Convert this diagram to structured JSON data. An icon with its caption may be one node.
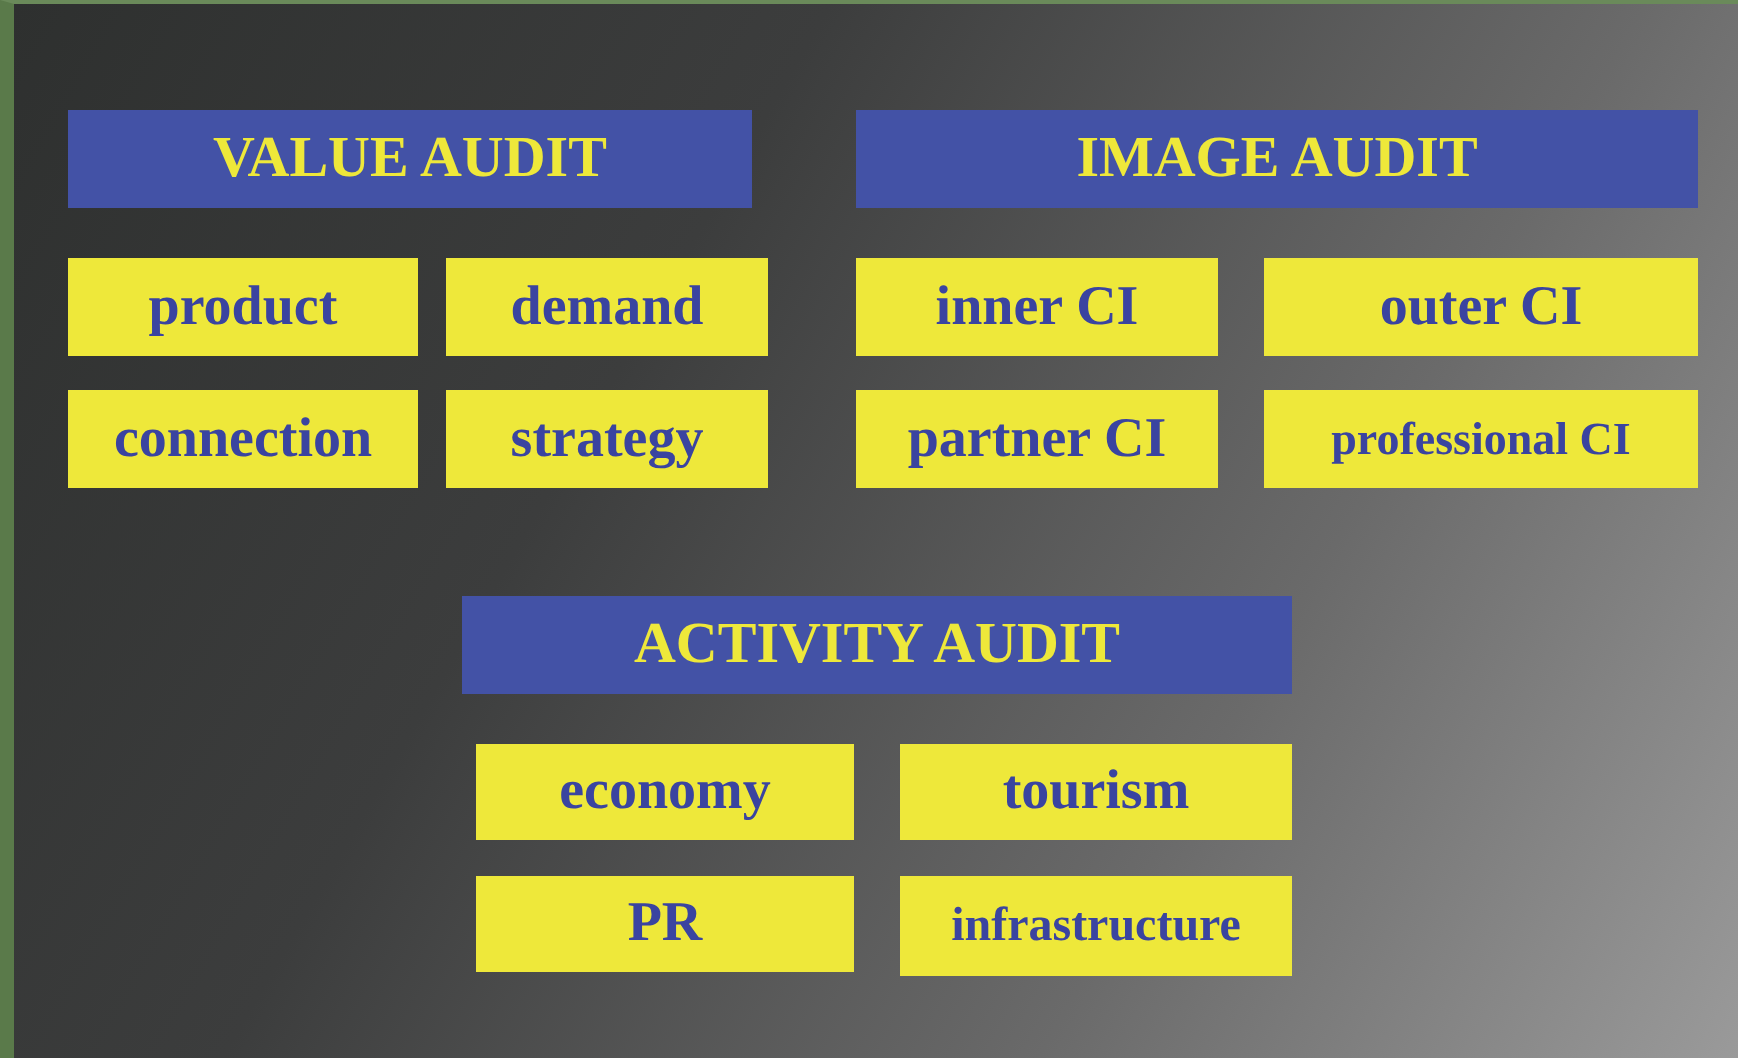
{
  "diagram": {
    "nodes": [
      {
        "text": [
          "VALUE AUDIT"
        ]
      },
      {
        "text": [
          "IMAGE AUDIT"
        ]
      },
      {
        "text": [
          "product"
        ]
      },
      {
        "text": [
          "demand"
        ]
      },
      {
        "text": [
          "inner CI"
        ]
      },
      {
        "text": [
          "outer CI"
        ]
      },
      {
        "text": [
          "connection"
        ]
      },
      {
        "text": [
          "strategy"
        ]
      },
      {
        "text": [
          "partner CI"
        ]
      },
      {
        "text": [
          "professional CI"
        ]
      },
      {
        "text": [
          "ACTIVITY AUDIT"
        ]
      },
      {
        "text": [
          "economy"
        ]
      },
      {
        "text": [
          "tourism"
        ]
      },
      {
        "text": [
          "PR"
        ]
      },
      {
        "text": [
          "infrastructure"
        ]
      }
    ]
  }
}
